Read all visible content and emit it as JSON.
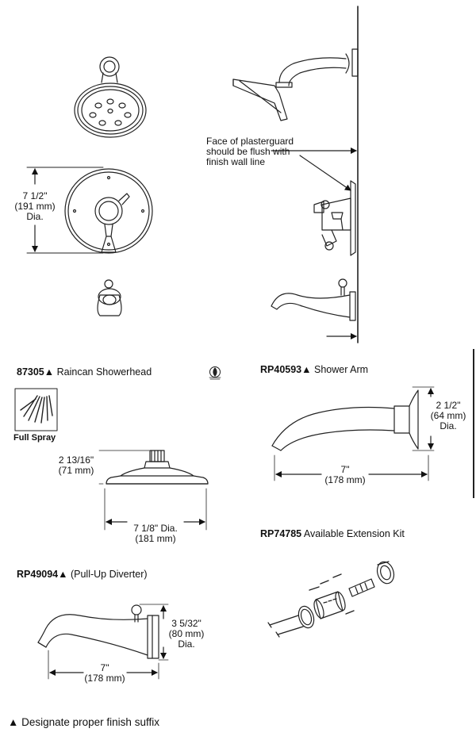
{
  "top": {
    "face_dim": [
      "7 1/2\"",
      "(191 mm)",
      "Dia."
    ],
    "plasterguard_note": [
      "Face of plasterguard",
      "should be flush with",
      "finish wall line"
    ]
  },
  "showerhead": {
    "code": "87305▲",
    "name": "Raincan Showerhead",
    "spray_label": "Full Spray",
    "height_dim": [
      "2 13/16\"",
      "(71 mm)"
    ],
    "dia_dim": [
      "7 1/8\" Dia.",
      "(181 mm)"
    ]
  },
  "shower_arm": {
    "code": "RP40593▲",
    "name": "Shower Arm",
    "flange_dim": [
      "2 1/2\"",
      "(64 mm)",
      "Dia."
    ],
    "length_dim": [
      "7\"",
      "(178 mm)"
    ]
  },
  "extension_kit": {
    "code": "RP74785",
    "name": "Available Extension Kit"
  },
  "diverter": {
    "code": "RP49094▲",
    "name": "(Pull-Up Diverter)",
    "height_dim": [
      "3 5/32\"",
      "(80 mm)",
      "Dia."
    ],
    "length_dim": [
      "7\"",
      "(178 mm)"
    ]
  },
  "footnote": "▲ Designate proper finish suffix",
  "icons": [
    "water-sense-icon",
    "full-spray-icon"
  ]
}
